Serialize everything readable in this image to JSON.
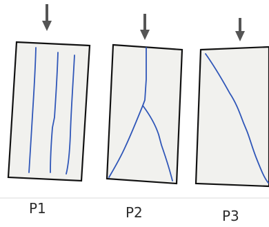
{
  "figure": {
    "panels": [
      {
        "id": "p1",
        "label": "P1",
        "crack_pattern": "three-parallel-vertical-cracks"
      },
      {
        "id": "p2",
        "label": "P2",
        "crack_pattern": "single-crack-splitting-into-y"
      },
      {
        "id": "p3",
        "label": "P3",
        "crack_pattern": "single-diagonal-crack"
      }
    ],
    "colors": {
      "crack": "#2f56b8",
      "arrow": "#555555",
      "specimen_border": "#111111",
      "specimen_fill": "#f1f1ee"
    },
    "icons": {
      "load_arrow": "down-arrow-icon"
    }
  }
}
